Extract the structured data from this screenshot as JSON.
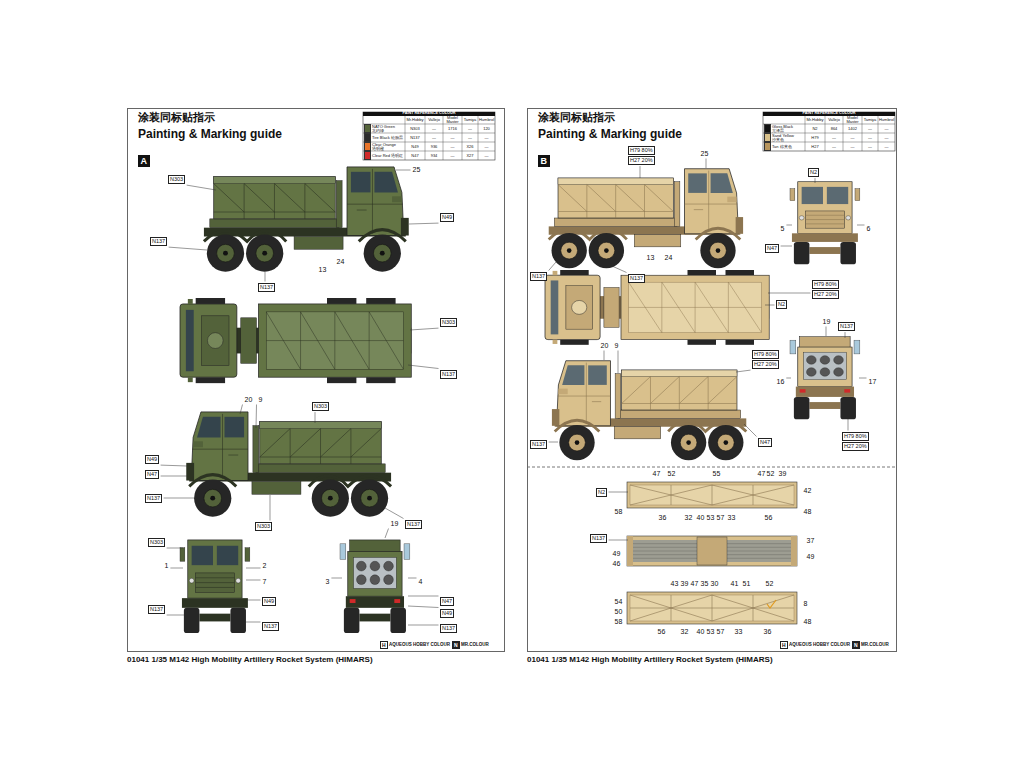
{
  "diagram": {
    "nodes": [
      {
        "text": [
          "涂装同标贴指示",
          "Painting & Marking guide"
        ]
      },
      {
        "text": [
          "A"
        ],
        "in": 0
      },
      {
        "text": [
          "涂装同标贴指示",
          "Painting & Marking guide"
        ]
      },
      {
        "text": [
          "B"
        ],
        "in": 2
      }
    ],
    "labels": [
      "PAINT REFERENCE COLOUR",
      "Mr.Hobby",
      "Vallejo",
      "Model Master",
      "Tamiya",
      "Humbrol",
      "N303",
      "—",
      "1716",
      "—",
      "120",
      "N137",
      "—",
      "—",
      "—",
      "—",
      "N49",
      "936",
      "—",
      "X26",
      "—",
      "N47",
      "934",
      "—",
      "X27",
      "—",
      "N303",
      "25",
      "N49",
      "N137",
      "13",
      "24",
      "N137",
      "N303",
      "N137",
      "20",
      "9",
      "N303",
      "N49",
      "N47",
      "N137",
      "N303",
      "N137",
      "N303",
      "1",
      "N137",
      "2",
      "7",
      "N49",
      "N137",
      "19",
      "3",
      "4",
      "N47",
      "N49",
      "N137",
      "H",
      "AQUEOUS HOBBY COLOUR",
      "N",
      "MR.COLOUR",
      "01041 1/35 M142 High Mobility Artillery Rocket System (HIMARS)",
      "PAINT REFERENCE COLOUR",
      "Mr.Hobby",
      "Vallejo",
      "Model Master",
      "Tamiya",
      "Humbrol",
      "N2",
      "864",
      "1402",
      "—",
      "—",
      "H79",
      "—",
      "—",
      "—",
      "—",
      "H27",
      "—",
      "—",
      "—",
      "—",
      "H79 80%",
      "H27 20%",
      "25",
      "N137",
      "13",
      "24",
      "N137",
      "N2",
      "5",
      "6",
      "N47",
      "N2",
      "H79 80%",
      "H27 20%",
      "19",
      "N137",
      "16",
      "17",
      "H79 80%",
      "H27 20%",
      "20",
      "9",
      "H79 80%",
      "H27 20%",
      "N137",
      "N47",
      "47",
      "52",
      "55",
      "47",
      "52",
      "39",
      "42",
      "N2",
      "58",
      "48",
      "36",
      "32",
      "40",
      "53",
      "57",
      "33",
      "56",
      "N137",
      "37",
      "49",
      "46",
      "49",
      "43",
      "39",
      "47",
      "35",
      "30",
      "41",
      "51",
      "52",
      "54",
      "50",
      "58",
      "8",
      "48",
      "56",
      "32",
      "40",
      "53",
      "57",
      "33",
      "36",
      "H",
      "AQUEOUS HOBBY COLOUR",
      "N",
      "MR.COLOUR",
      "01041 1/35 M142 High Mobility Artillery Rocket System (HIMARS)"
    ],
    "legend": [
      {
        "text": "NATO Green 北约绿",
        "color": "#56653b"
      },
      {
        "text": "Tire Black 轮胎黑",
        "color": "#2b2b2b"
      },
      {
        "text": "Clear Orange 透明橙",
        "color": "#e8742a"
      },
      {
        "text": "Clear Red 透明红",
        "color": "#d02a2a"
      },
      {
        "text": "Gloss Black 光泽黑",
        "color": "#111111"
      },
      {
        "text": "Sand Yellow 沙黄色",
        "color": "#d8c08a"
      },
      {
        "text": "Tan 棕黄色",
        "color": "#b8955c"
      }
    ]
  }
}
